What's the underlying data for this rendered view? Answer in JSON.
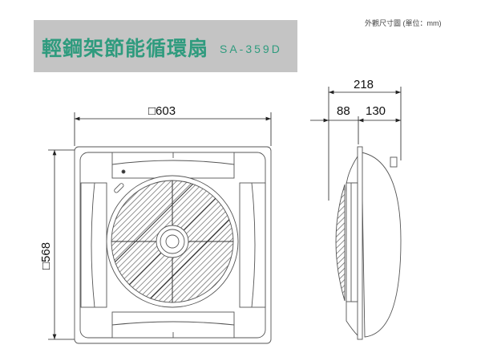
{
  "header": {
    "title": "輕鋼架節能循環扇",
    "model": "SA-359D",
    "unit_note": "外觀尺寸圖 (單位：mm)"
  },
  "dimensions": {
    "width": "□603",
    "height": "□568",
    "depth_total": "218",
    "depth_front": "88",
    "depth_back": "130"
  },
  "colors": {
    "banner_bg": "#c4c4c4",
    "title_text": "#2f9b7e"
  }
}
